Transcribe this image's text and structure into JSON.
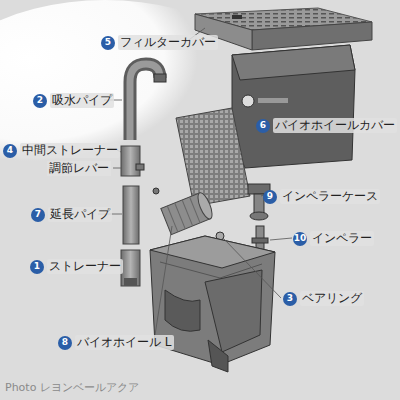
{
  "diagram": {
    "nodes": [
      {
        "text": [
          "5",
          "フィルターカバー"
        ]
      },
      {
        "text": [
          "2",
          "吸水パイプ"
        ]
      },
      {
        "text": [
          "6",
          "バイオホイールカバー"
        ]
      },
      {
        "text": [
          "4",
          "中間ストレーナー"
        ]
      },
      {
        "text": [
          "9",
          "インペラーケース"
        ]
      },
      {
        "text": [
          "7",
          "延長パイプ"
        ]
      },
      {
        "text": [
          "10",
          "インペラー"
        ]
      },
      {
        "text": [
          "1",
          "ストレーナー"
        ]
      },
      {
        "text": [
          "3",
          "ベアリング"
        ]
      },
      {
        "text": [
          "8",
          "バイオホイール L"
        ]
      }
    ],
    "edges": [],
    "labels": [
      "調節レバー",
      "Photo レヨンベールアクア"
    ]
  }
}
